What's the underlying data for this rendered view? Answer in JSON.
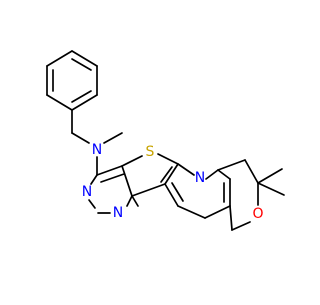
{
  "diagram": {
    "type": "chemical-structure",
    "colors": {
      "bond": "#000000",
      "nitrogen": "#0000ff",
      "oxygen": "#ff0000",
      "sulfur": "#c8a400",
      "background": "#ffffff"
    },
    "atom_labels": {
      "amine_n": "N",
      "pyrimidine_n_top": "N",
      "pyrimidine_n_bottom": "N",
      "sulfur": "S",
      "pyridine_n": "N",
      "pyran_o": "O"
    }
  }
}
